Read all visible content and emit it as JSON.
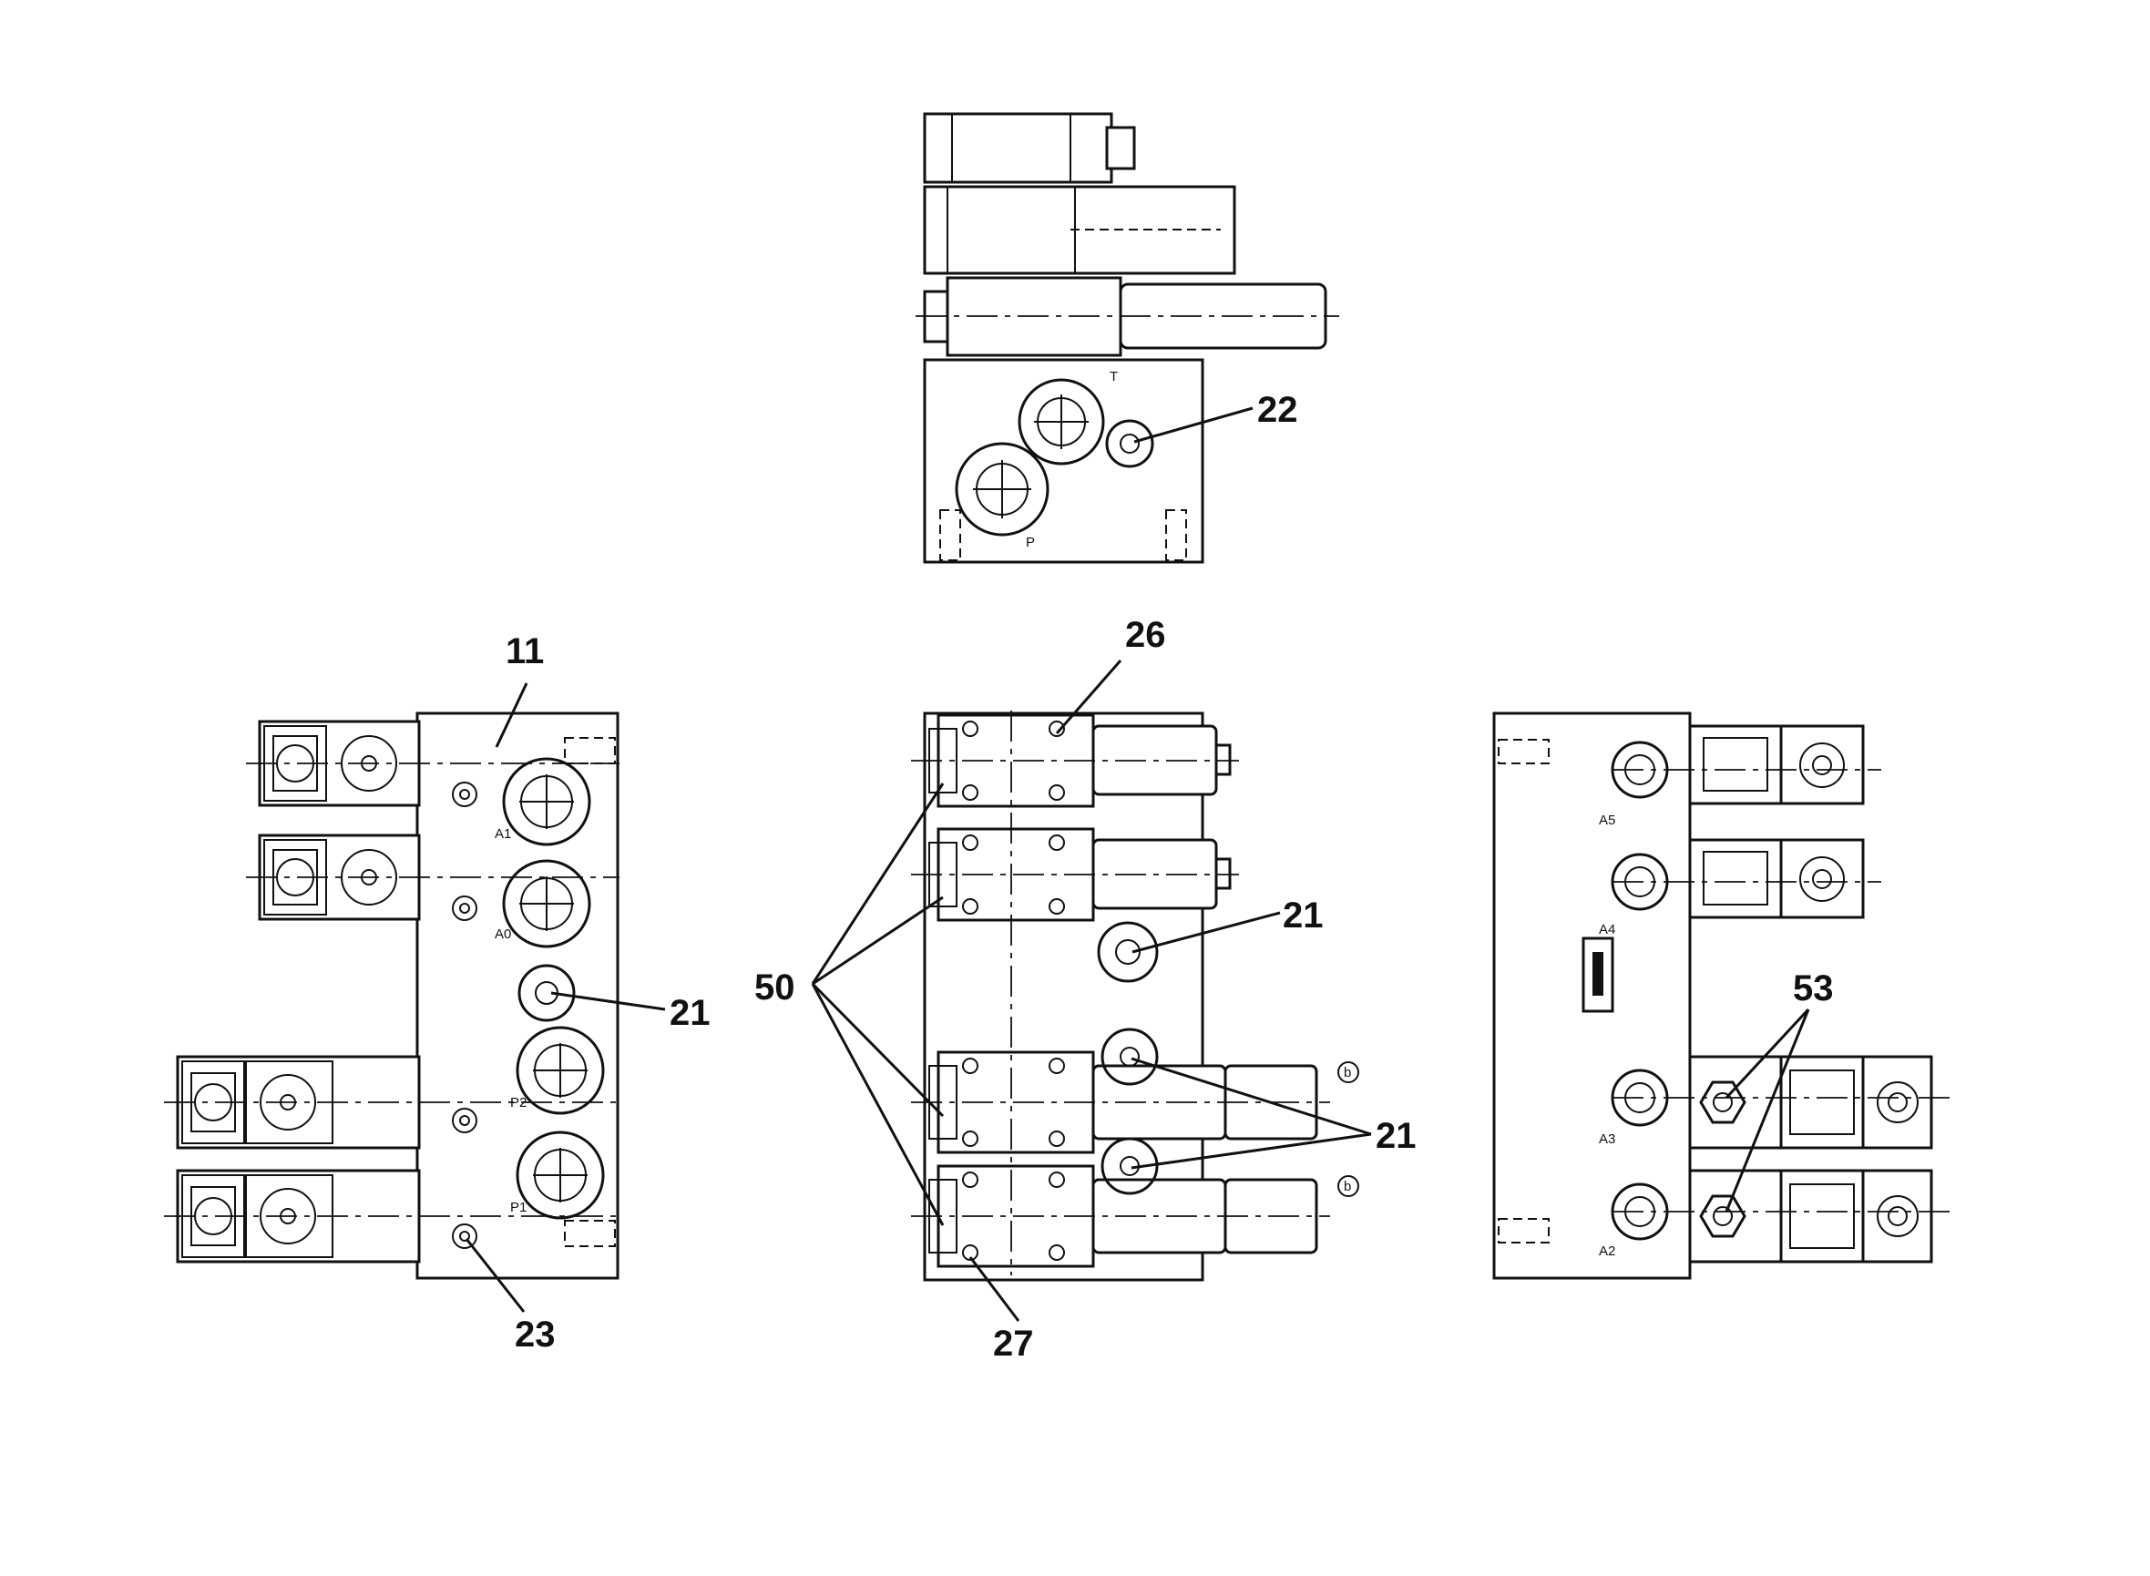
{
  "callouts": {
    "c11": "11",
    "c21": "21",
    "c22": "22",
    "c23": "23",
    "c26": "26",
    "c27": "27",
    "c50": "50",
    "c53": "53"
  },
  "port_labels": {
    "top_t": "T",
    "top_p": "P",
    "left_a1": "A1",
    "left_a0": "A0",
    "left_p2": "P2",
    "left_p1": "P1",
    "right_a5": "A5",
    "right_a4": "A4",
    "right_a3": "A3",
    "right_a2": "A2",
    "mid_b1": "b",
    "mid_b2": "b"
  }
}
